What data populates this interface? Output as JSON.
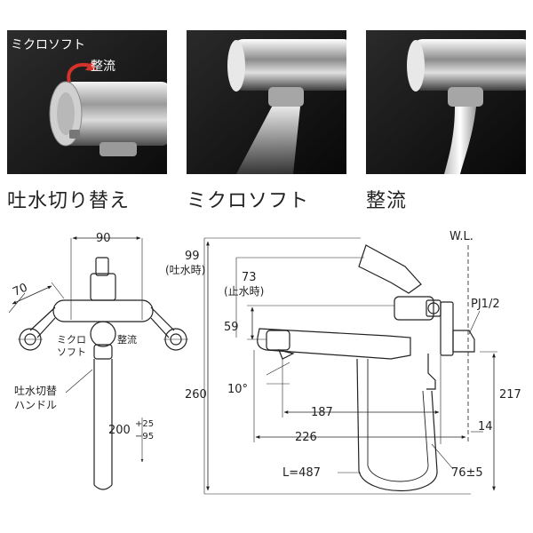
{
  "photos": [
    {
      "caption": "吐水切り替え",
      "labels": {
        "micro": "ミクロソフト",
        "straight": "整流"
      }
    },
    {
      "caption": "ミクロソフト"
    },
    {
      "caption": "整流"
    }
  ],
  "front_view": {
    "width_label": "90",
    "angle_label": "70",
    "micro_label": "ミクロ",
    "soft_label": "ソフト",
    "straight_label": "整流",
    "handle_label_1": "吐水切替",
    "handle_label_2": "ハンドル",
    "range_base": "200",
    "range_plus": "+25",
    "range_minus": "−95"
  },
  "side_view": {
    "wl_label": "W.L.",
    "dim_99": "99",
    "dim_99_note": "(吐水時)",
    "dim_73": "73",
    "dim_73_note": "(止水時)",
    "dim_59": "59",
    "dim_10": "10°",
    "dim_187": "187",
    "dim_226": "226",
    "dim_260": "260",
    "dim_217": "217",
    "dim_14": "14",
    "dim_76": "76±5",
    "hose_length": "L=487",
    "thread": "PJ1/2"
  }
}
